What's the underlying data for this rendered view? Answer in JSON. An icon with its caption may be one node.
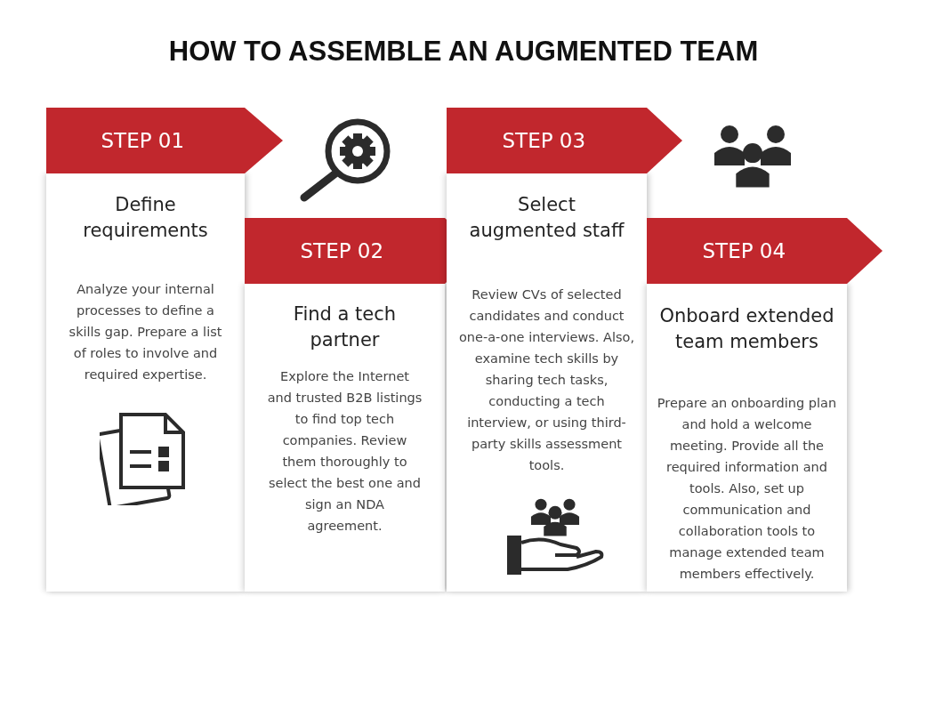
{
  "diagram": {
    "title": "HOW TO ASSEMBLE AN AUGMENTED TEAM",
    "nodes": [
      {
        "text": [
          "STEP 01",
          "Define requirements",
          "Analyze your internal processes to define a skills gap. Prepare a list of roles to involve and required expertise."
        ]
      },
      {
        "text": [
          "STEP 02",
          "Find a tech partner",
          "Explore the Internet and trusted B2B listings to find top tech companies. Review them thoroughly to select the best one and sign an NDA agreement."
        ]
      },
      {
        "text": [
          "STEP 03",
          "Select augmented staff",
          "Review CVs of selected candidates and conduct one-a-one interviews. Also, examine tech skills by sharing tech tasks, conducting a tech interview, or using third-party skills assessment tools."
        ]
      },
      {
        "text": [
          "STEP 04",
          "Onboard extended team members",
          "Prepare an onboarding plan and hold a welcome meeting. Provide all the required information and tools. Also, set up communication and collaboration tools to manage extended team members effectively."
        ]
      }
    ]
  }
}
